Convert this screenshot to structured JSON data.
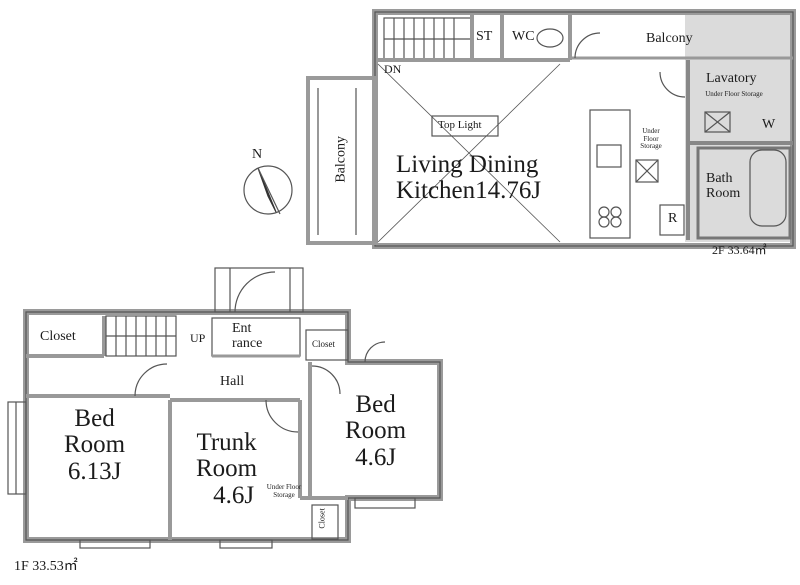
{
  "floor2": {
    "living": {
      "line1": "Living Dining",
      "line2": "Kitchen14.76J"
    },
    "top_light": "Top Light",
    "st": "ST",
    "wc": "WC",
    "dn": "DN",
    "balcony_top": "Balcony",
    "balcony_left": "Balcony",
    "lavatory": "Lavatory",
    "lav_storage": "Under Floor Storage",
    "w": "W",
    "kitchen_storage": "Under Floor Storage",
    "bath": {
      "line1": "Bath",
      "line2": "Room"
    },
    "r": "R",
    "area": "2F 33.64㎡"
  },
  "floor1": {
    "closet_left": "Closet",
    "up": "UP",
    "entrance": {
      "line1": "Ent",
      "line2": "rance"
    },
    "closet_small": "Closet",
    "hall": "Hall",
    "bed_left": {
      "line1": "Bed",
      "line2": "Room",
      "line3": "6.13J"
    },
    "trunk": {
      "line1": "Trunk",
      "line2": "Room",
      "line3": "4.6J"
    },
    "bed_right": {
      "line1": "Bed",
      "line2": "Room",
      "line3": "4.6J"
    },
    "storage": "Under Floor Storage",
    "closet_bottom": "Closet",
    "area": "1F 33.53㎡"
  },
  "compass": {
    "north": "N"
  }
}
